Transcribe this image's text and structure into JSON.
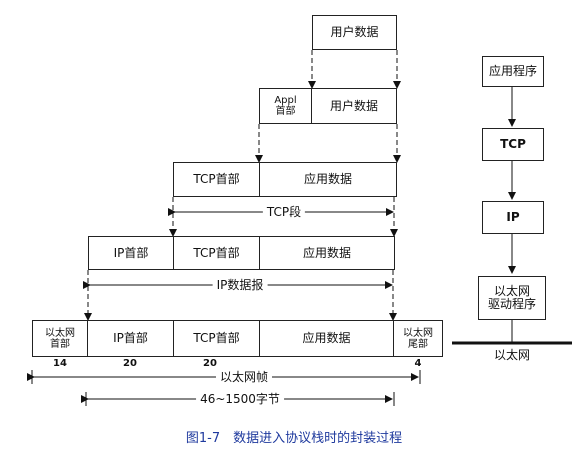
{
  "user_data_top": "用户数据",
  "appl_row": {
    "appl_header": "Appl\n首部",
    "user_data": "用户数据"
  },
  "tcp_row": {
    "tcp_header": "TCP首部",
    "app_data": "应用数据",
    "segment_label": "TCP段"
  },
  "ip_row": {
    "ip_header": "IP首部",
    "tcp_header": "TCP首部",
    "app_data": "应用数据",
    "datagram_label": "IP数据报"
  },
  "ether_row": {
    "eth_header": "以太网\n首部",
    "ip_header": "IP首部",
    "tcp_header": "TCP首部",
    "app_data": "应用数据",
    "eth_trailer": "以太网\n尾部",
    "sizes": {
      "eth_header": "14",
      "ip_header": "20",
      "tcp_header": "20",
      "eth_trailer": "4"
    },
    "frame_label": "以太网帧",
    "frame_range": "46~1500字节"
  },
  "stack": {
    "application": "应用程序",
    "tcp": "TCP",
    "ip": "IP",
    "driver": "以太网\n驱动程序",
    "ethernet": "以太网"
  },
  "caption": "图1-7　数据进入协议栈时的封装过程"
}
